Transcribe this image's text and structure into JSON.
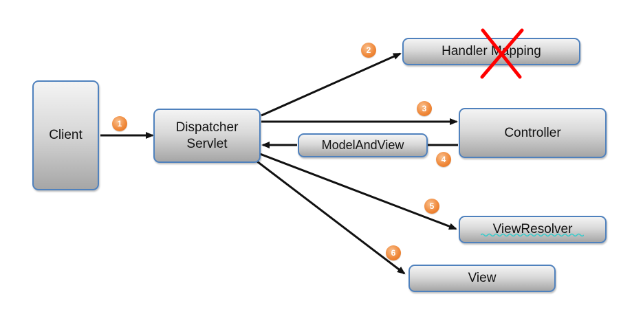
{
  "nodes": {
    "client": "Client",
    "dispatcher": "Dispatcher\nServlet",
    "handler_mapping": "Handler Mapping",
    "controller": "Controller",
    "model_and_view": "ModelAndView",
    "view_resolver": "ViewResolver",
    "view": "View"
  },
  "steps": [
    "1",
    "2",
    "3",
    "4",
    "5",
    "6"
  ],
  "colors": {
    "box_border": "#4f81bd",
    "badge": "#f08a3c",
    "cross": "#ff0000",
    "arrow": "#111111",
    "underline": "#33cccc"
  }
}
